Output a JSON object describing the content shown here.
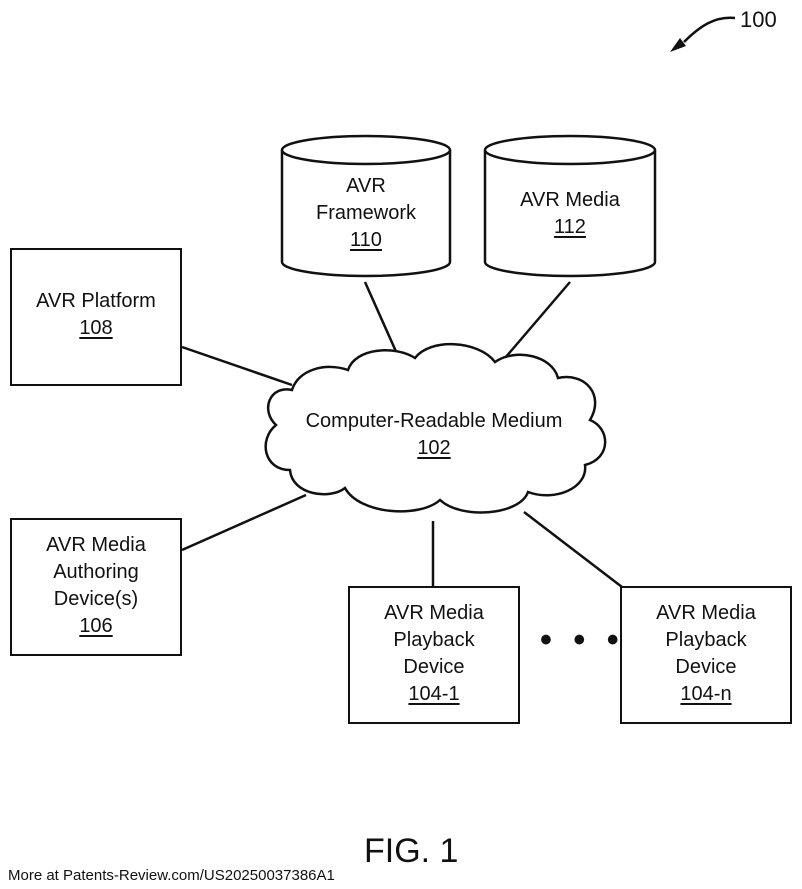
{
  "figure_ref": "100",
  "nodes": {
    "platform": {
      "title": "AVR Platform",
      "ref": "108"
    },
    "framework": {
      "line1": "AVR",
      "line2": "Framework",
      "ref": "110"
    },
    "media": {
      "title": "AVR Media",
      "ref": "112"
    },
    "network": {
      "title": "Computer-Readable Medium",
      "ref": "102"
    },
    "authoring": {
      "line1": "AVR Media",
      "line2": "Authoring",
      "line3": "Device(s)",
      "ref": "106"
    },
    "playback1": {
      "line1": "AVR Media",
      "line2": "Playback",
      "line3": "Device",
      "ref": "104-1"
    },
    "playbackn": {
      "line1": "AVR Media",
      "line2": "Playback",
      "line3": "Device",
      "ref": "104-n"
    }
  },
  "ellipsis": "• • •",
  "figure_label": "FIG. 1",
  "footer": "More at Patents-Review.com/US20250037386A1"
}
